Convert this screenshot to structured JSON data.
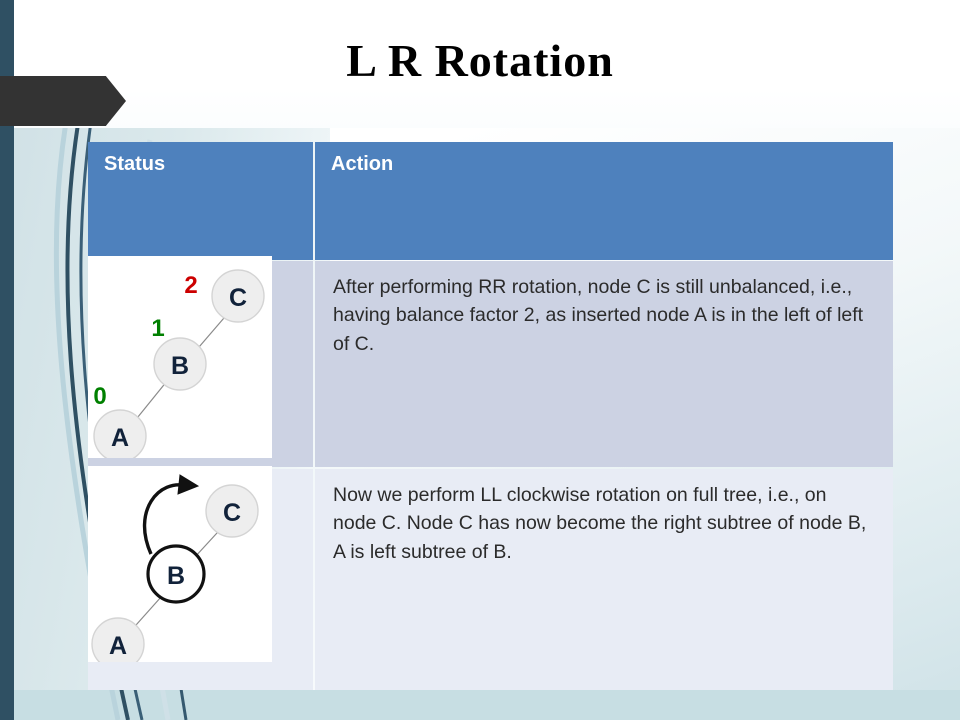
{
  "slide": {
    "title": "L R Rotation",
    "accent_color": "#4e81bd",
    "row1_bg": "#ccd2e3",
    "row2_bg": "#e8ecf5",
    "stripe_color": "#2f5063",
    "banner_color": "#333333",
    "bottom_band_color": "#c7dee3"
  },
  "table": {
    "headers": [
      {
        "label": "Status"
      },
      {
        "label": "Action"
      }
    ],
    "rows": [
      {
        "action_text": "After performing RR rotation, node C is still unbalanced, i.e., having balance factor 2, as inserted node A is in the left of left of C.",
        "diagram": {
          "name": "avl-tree-unbalanced-left-left",
          "nodes": [
            {
              "label": "C",
              "balance_factor": "2",
              "bf_color": "#cc0000"
            },
            {
              "label": "B",
              "balance_factor": "1",
              "bf_color": "#008000"
            },
            {
              "label": "A",
              "balance_factor": "0",
              "bf_color": "#008000"
            }
          ],
          "node_fill": "#eeeeee",
          "node_stroke": "#cccccc",
          "node_text_color": "#11223a"
        }
      },
      {
        "action_text": "Now we perform LL clockwise rotation on full tree, i.e., on node C. Node C has now become the right subtree of node B, A is left subtree of B.",
        "diagram": {
          "name": "avl-tree-ll-clockwise-rotation",
          "nodes": [
            {
              "label": "C",
              "balance_factor": "",
              "bf_color": ""
            },
            {
              "label": "B",
              "balance_factor": "",
              "bf_color": ""
            },
            {
              "label": "A",
              "balance_factor": "",
              "bf_color": ""
            }
          ],
          "highlight_node": "B",
          "rotation_arrow": "clockwise",
          "node_fill": "#eeeeee",
          "node_stroke": "#cccccc",
          "node_text_color": "#11223a"
        }
      }
    ]
  }
}
